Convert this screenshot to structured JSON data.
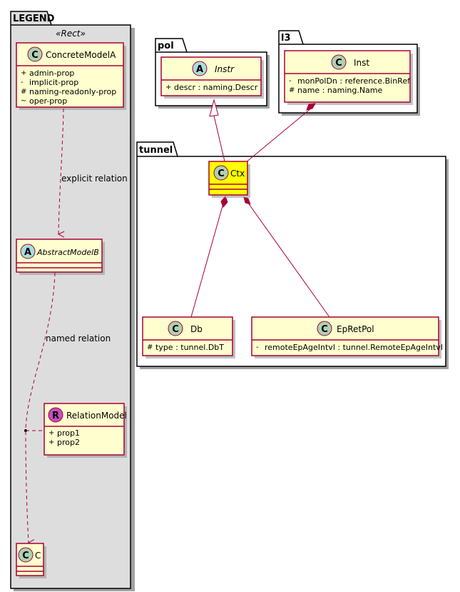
{
  "packages": {
    "legend": {
      "name": "LEGEND"
    },
    "pol": {
      "name": "pol"
    },
    "l3": {
      "name": "l3"
    },
    "tunnel": {
      "name": "tunnel"
    }
  },
  "legend": {
    "stereotype": "«Rect»",
    "concrete": {
      "letter": "C",
      "name": "ConcreteModelA",
      "props": [
        {
          "vis": "+",
          "text": "admin-prop"
        },
        {
          "vis": "-",
          "text": "implicit-prop"
        },
        {
          "vis": "#",
          "text": "naming-readonly-prop"
        },
        {
          "vis": "~",
          "text": "oper-prop"
        }
      ]
    },
    "abstract": {
      "letter": "A",
      "name": "AbstractModelB"
    },
    "relation": {
      "letter": "R",
      "name": "RelationModel",
      "props": [
        {
          "vis": "+",
          "text": "prop1"
        },
        {
          "vis": "+",
          "text": "prop2"
        }
      ]
    },
    "c": {
      "letter": "C",
      "name": "C"
    },
    "edges": {
      "explicit": "explicit relation",
      "named": "named relation"
    }
  },
  "classes": {
    "instr": {
      "letter": "A",
      "name": "Instr",
      "props": [
        {
          "vis": "+",
          "text": "descr : naming.Descr"
        }
      ]
    },
    "inst": {
      "letter": "C",
      "name": "Inst",
      "props": [
        {
          "vis": "-",
          "text": "monPolDn : reference.BinRef"
        },
        {
          "vis": "#",
          "text": "name : naming.Name"
        }
      ]
    },
    "ctx": {
      "letter": "C",
      "name": "Ctx"
    },
    "db": {
      "letter": "C",
      "name": "Db",
      "props": [
        {
          "vis": "#",
          "text": "type : tunnel.DbT"
        }
      ]
    },
    "epretpol": {
      "letter": "C",
      "name": "EpRetPol",
      "props": [
        {
          "vis": "-",
          "text": "remoteEpAgeIntvl : tunnel.RemoteEpAgeIntvl"
        }
      ]
    }
  },
  "colors": {
    "class_fill": "#FEFECE",
    "class_border": "#A80036",
    "highlight_fill": "#FFFF00",
    "legend_bg": "#DDDDDD",
    "circle_class": "#ADD1B2",
    "circle_abstract": "#A9DCDF",
    "circle_relation": "#C24FBE"
  }
}
